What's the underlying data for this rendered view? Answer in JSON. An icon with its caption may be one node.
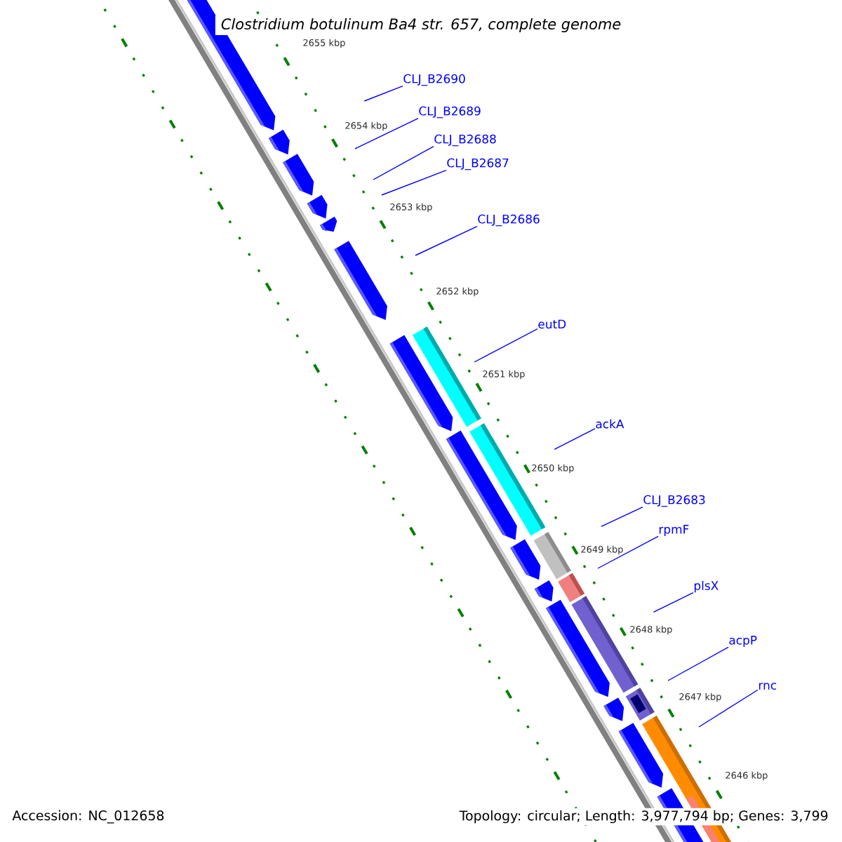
{
  "diagram": {
    "title": "Clostridium botulinum Ba4 str. 657, complete genome",
    "nodes": [
      {
        "text": [
          "CLJ_B2690"
        ]
      },
      {
        "text": [
          "CLJ_B2689"
        ]
      },
      {
        "text": [
          "CLJ_B2688"
        ]
      },
      {
        "text": [
          "CLJ_B2687"
        ]
      },
      {
        "text": [
          "CLJ_B2686"
        ]
      },
      {
        "text": [
          "eutD"
        ]
      },
      {
        "text": [
          "ackA"
        ]
      },
      {
        "text": [
          "CLJ_B2683"
        ]
      },
      {
        "text": [
          "rpmF"
        ]
      },
      {
        "text": [
          "plsX"
        ]
      },
      {
        "text": [
          "acpP"
        ]
      },
      {
        "text": [
          "rnc"
        ]
      }
    ],
    "edges": [
      {
        "from": 0,
        "to": null,
        "arrow": "none"
      },
      {
        "from": 1,
        "to": null,
        "arrow": "none"
      },
      {
        "from": 2,
        "to": null,
        "arrow": "none"
      },
      {
        "from": 3,
        "to": null,
        "arrow": "none"
      },
      {
        "from": 4,
        "to": null,
        "arrow": "none"
      },
      {
        "from": 5,
        "to": null,
        "arrow": "none"
      },
      {
        "from": 6,
        "to": null,
        "arrow": "none"
      },
      {
        "from": 7,
        "to": null,
        "arrow": "none"
      },
      {
        "from": 8,
        "to": null,
        "arrow": "none"
      },
      {
        "from": 9,
        "to": null,
        "arrow": "none"
      },
      {
        "from": 10,
        "to": null,
        "arrow": "none"
      },
      {
        "from": 11,
        "to": null,
        "arrow": "none"
      }
    ],
    "labels": [
      "2655 kbp",
      "2654 kbp",
      "2653 kbp",
      "2652 kbp",
      "2651 kbp",
      "2650 kbp",
      "2649 kbp",
      "2648 kbp",
      "2647 kbp",
      "2646 kbp",
      "Accession: NC_012658",
      "Topology: circular; Length: 3,977,794 bp; Genes: 3,799"
    ]
  }
}
